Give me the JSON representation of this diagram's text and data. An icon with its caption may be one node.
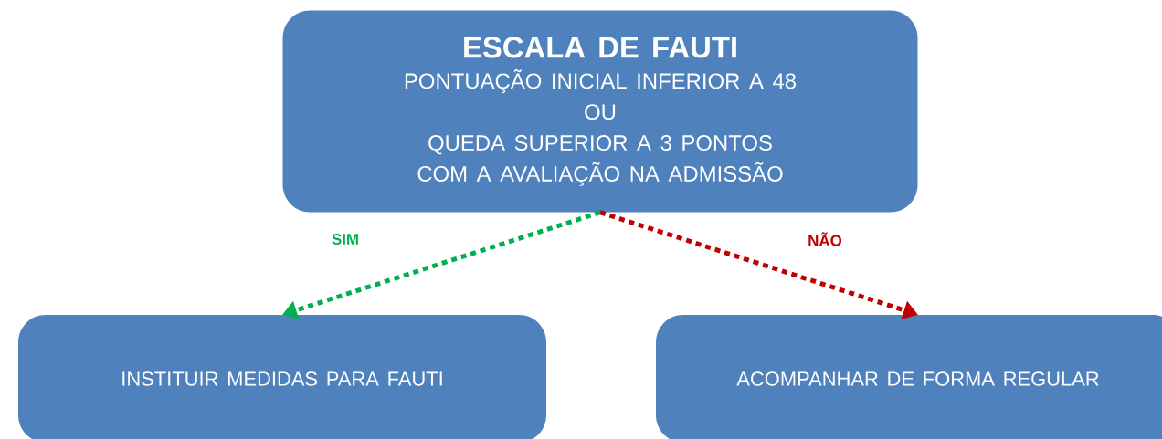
{
  "diagram": {
    "nodes": [
      {
        "text": [
          "ESCALA DE FAUTI",
          "PONTUAÇÃO INICIAL INFERIOR A 48",
          "OU",
          "QUEDA SUPERIOR A 3 PONTOS COM A AVALIAÇÃO NA ADMISSÃO"
        ]
      },
      {
        "text": [
          "INSTITUIR MEDIDAS PARA FAUTI"
        ]
      },
      {
        "text": [
          "ACOMPANHAR DE FORMA REGULAR"
        ]
      }
    ],
    "edges": [
      {
        "from": 0,
        "to": 1,
        "arrow": "to",
        "label": "SIM",
        "style": "dashed",
        "color": "#00b050"
      },
      {
        "from": 0,
        "to": 2,
        "arrow": "to",
        "label": "NÃO",
        "style": "dashed",
        "color": "#c00000"
      }
    ]
  }
}
